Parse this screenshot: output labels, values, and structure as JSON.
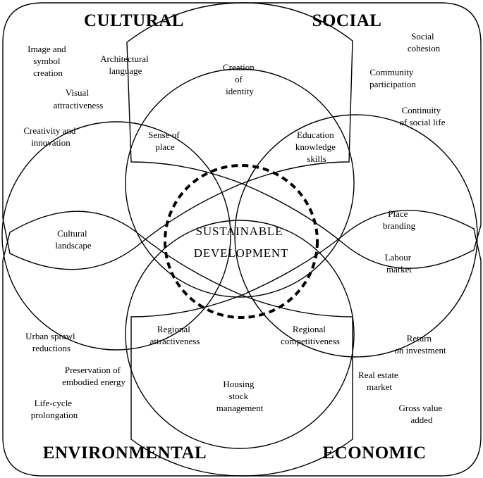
{
  "titles": {
    "cultural": "CULTURAL",
    "social": "SOCIAL",
    "environmental": "ENVIRONMENTAL",
    "economic": "ECONOMIC"
  },
  "center": [
    "SUSTAINABLE",
    "DEVELOPMENT"
  ],
  "cultural": {
    "image": [
      "Image and",
      "symbol",
      "creation"
    ],
    "architecture": [
      "Architectural",
      "language"
    ],
    "visual": [
      "Visual",
      "attractiveness"
    ],
    "creativity": [
      "Creativity and",
      "innovation"
    ]
  },
  "social": {
    "cohesion": [
      "Social",
      "cohesion"
    ],
    "community": [
      "Community",
      "participation"
    ],
    "continuity": [
      "Continuity",
      "of social life"
    ]
  },
  "environmental": {
    "sprawl": [
      "Urban sprawl",
      "reductions"
    ],
    "energy": [
      "Preservation of",
      "embodied energy"
    ],
    "lifecycle": [
      "Life-cycle",
      "prolongation"
    ]
  },
  "economic": {
    "roi": [
      "Return",
      "on investment"
    ],
    "realestate": [
      "Real estate",
      "market"
    ],
    "gva": [
      "Gross value",
      "added"
    ]
  },
  "overlaps": {
    "identity": [
      "Creation",
      "of",
      "identity"
    ],
    "sense": [
      "Sense of",
      "place"
    ],
    "education": [
      "Education",
      "knowledge",
      "skills"
    ],
    "landscape": [
      "Cultural",
      "landscape"
    ],
    "branding": [
      "Place",
      "branding"
    ],
    "labour": [
      "Labour",
      "market"
    ],
    "attractiveness": [
      "Regional",
      "attractiveness"
    ],
    "competitiveness": [
      "Regional",
      "competitiveness"
    ],
    "housing": [
      "Housing",
      "stock",
      "management"
    ]
  }
}
